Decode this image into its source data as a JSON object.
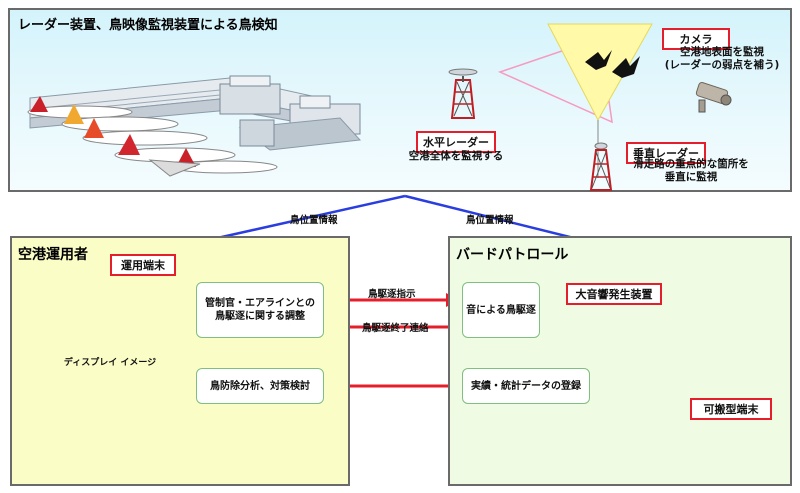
{
  "top": {
    "title": "レーダー装置、鳥映像監視装置による鳥検知",
    "camera_label": "カメラ",
    "camera_desc_1": "空港地表面を監視",
    "camera_desc_2": "(レーダーの弱点を補う)",
    "hradar_label": "水平レーダー",
    "hradar_desc": "空港全体を監視する",
    "vradar_label": "垂直レーダー",
    "vradar_desc_1": "滑走路の重点的な箇所を",
    "vradar_desc_2": "垂直に監視"
  },
  "flow": {
    "left_info": "鳥位置情報",
    "right_info": "鳥位置情報"
  },
  "operator": {
    "title": "空港運用者",
    "terminal_label": "運用端末",
    "display_label": "ディスプレイ イメージ",
    "coordination": "管制官・エアラインとの\n鳥駆逐に関する調整",
    "analysis": "鳥防除分析、対策検討"
  },
  "patrol": {
    "title": "バードパトロール",
    "sound_repel": "音による鳥駆逐",
    "records": "実績・統計データの登録",
    "speaker_label": "大音響発生装置",
    "portable_label": "可搬型端末"
  },
  "arrows": {
    "instruction": "鳥駆逐指示",
    "completion": "鳥駆逐終了連絡"
  },
  "colors": {
    "red": "#e41e2a",
    "blue": "#2a3ee0",
    "radar_zone": "#f79ac0",
    "cone": "#fff9a8"
  }
}
